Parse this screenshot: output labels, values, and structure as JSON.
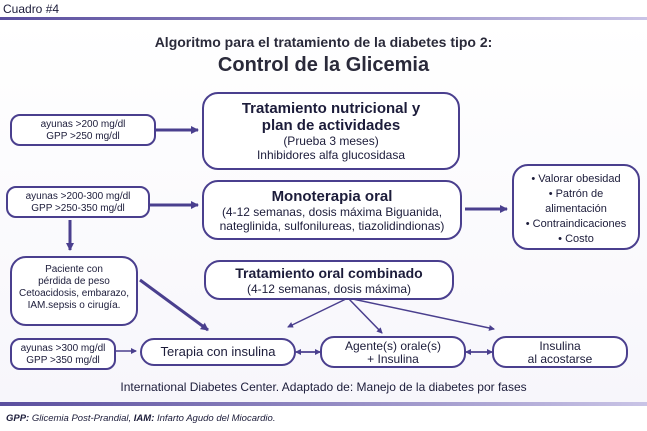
{
  "header": {
    "label": "Cuadro #4",
    "subtitle": "Algoritmo para el tratamiento de la diabetes tipo 2:",
    "title": "Control de la Glicemia"
  },
  "criteria": {
    "a": {
      "line1": "ayunas >200 mg/dl",
      "line2": "GPP >250 mg/dl"
    },
    "b": {
      "line1": "ayunas >200-300 mg/dl",
      "line2": "GPP >250-350 mg/dl"
    },
    "c": {
      "line1": "ayunas >300 mg/dl",
      "line2": "GPP >350 mg/dl"
    },
    "patient": {
      "line1": "Paciente con",
      "line2": "pérdida de peso",
      "line3": "Cetoacidosis, embarazo,",
      "line4": "IAM.sepsis o cirugía."
    }
  },
  "treatments": {
    "nutrition": {
      "title1": "Tratamiento nutricional y",
      "title2": "plan de actividades",
      "line1": "(Prueba 3 meses)",
      "line2": "Inhibidores alfa glucosidasa"
    },
    "mono": {
      "title": "Monoterapia oral",
      "line1": "(4-12 semanas, dosis máxima Biguanida,",
      "line2": "nateglinida, sulfonilureas, tiazolidindionas)"
    },
    "combined": {
      "title": "Tratamiento oral combinado",
      "line1": "(4-12 semanas, dosis máxima)"
    },
    "insulin_therapy": "Terapia con insulina",
    "oral_insulin": {
      "line1": "Agente(s) orale(s)",
      "line2": "+ Insulina"
    },
    "bedtime_insulin": {
      "line1": "Insulina",
      "line2": "al acostarse"
    }
  },
  "evaluate": {
    "items": [
      "• Valorar obesidad",
      "• Patrón de",
      "alimentación",
      "• Contraindicaciones",
      "• Costo"
    ]
  },
  "footer": {
    "source": "International Diabetes Center.  Adaptado de: Manejo de la diabetes por fases",
    "note_gpp_abbr": "GPP:",
    "note_gpp_text": " Glicemia Post-Prandial, ",
    "note_iam_abbr": "IAM:",
    "note_iam_text": " Infarto Agudo del Miocardio."
  },
  "colors": {
    "accent": "#4a3f8e",
    "text": "#1c1c3a"
  }
}
